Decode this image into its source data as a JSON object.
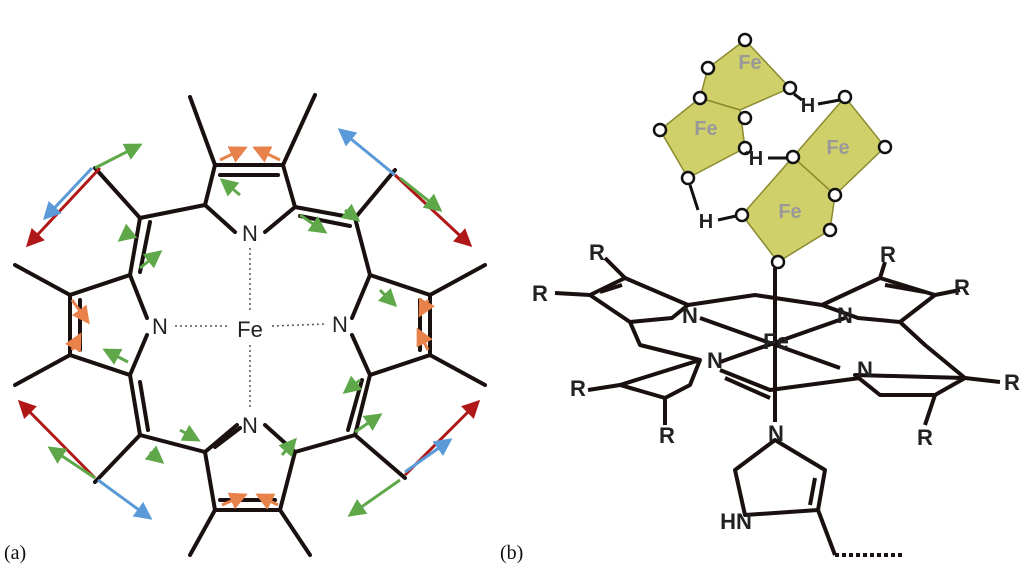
{
  "panels": {
    "a": "(a)",
    "b": "(b)"
  },
  "left": {
    "n_labels": [
      "N",
      "N",
      "N",
      "N"
    ],
    "metal": "Fe"
  },
  "right": {
    "metal": "Fe",
    "n_labels": [
      "N",
      "N",
      "N",
      "N",
      "N"
    ],
    "r_labels": [
      "R",
      "R",
      "R",
      "R",
      "R",
      "R",
      "R",
      "R"
    ],
    "octahedra_labels": [
      "Fe",
      "Fe",
      "Fe",
      "Fe"
    ],
    "h_labels": [
      "H",
      "H",
      "H"
    ],
    "hn_label": "HN"
  },
  "colors": {
    "bond": "#1a1010",
    "orange": "#e8824a",
    "green": "#5fa84a",
    "blue": "#5a9ad8",
    "red": "#b01818",
    "octa": "#c8c850"
  }
}
